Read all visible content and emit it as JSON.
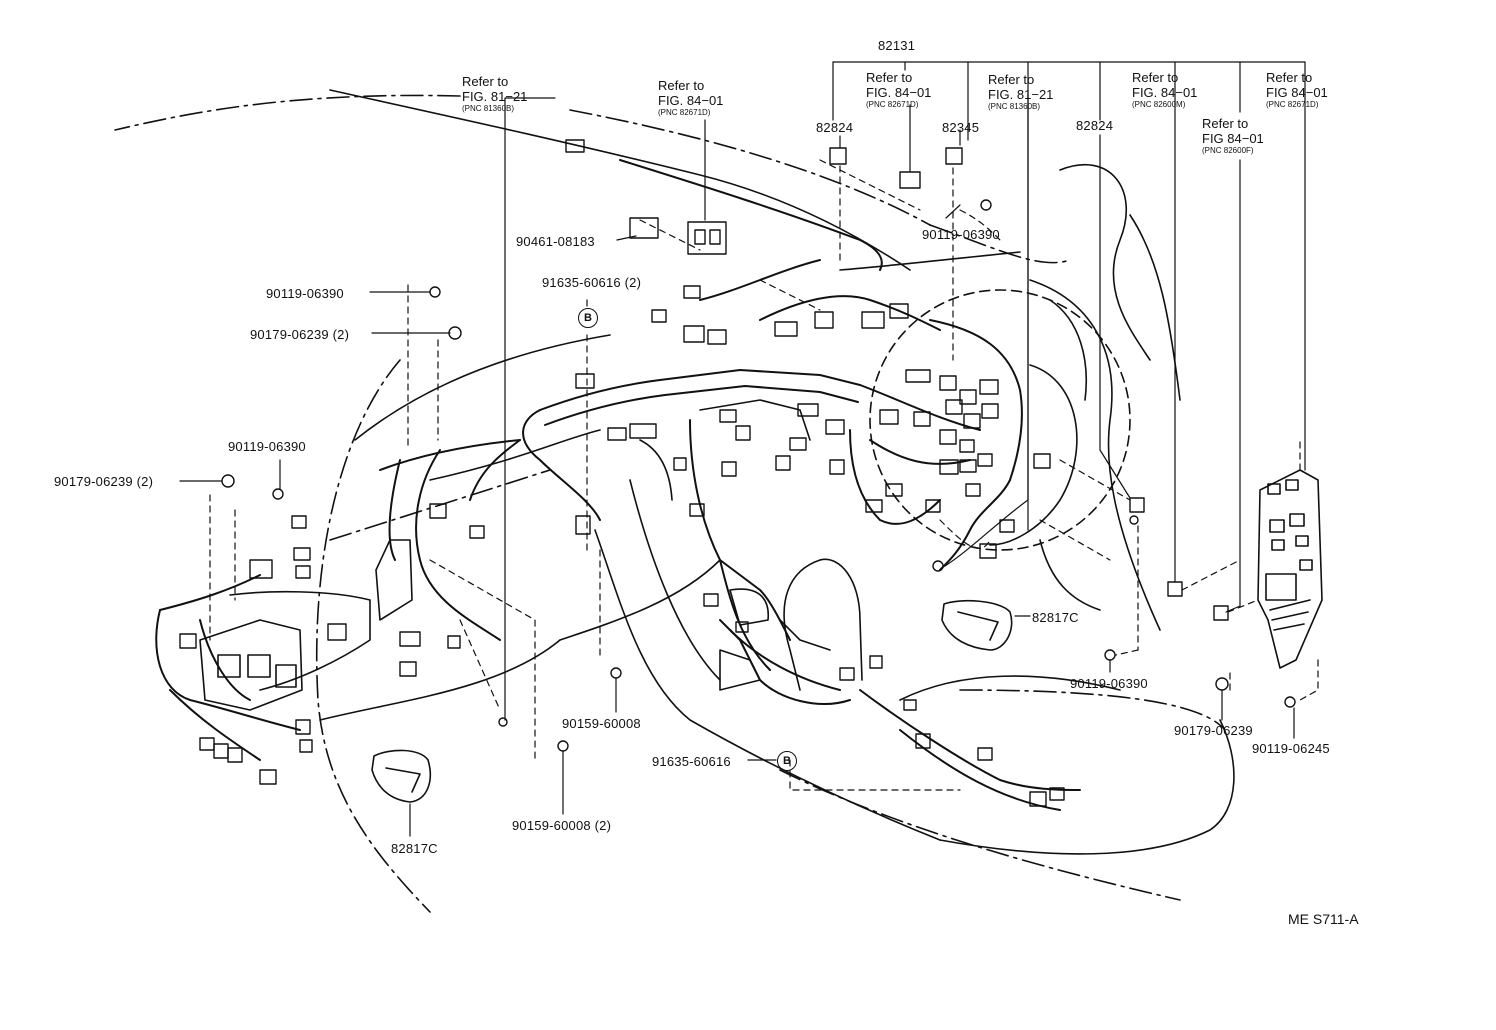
{
  "diagram": {
    "main_part": "82131",
    "drawing_code": "ME S711-A",
    "part_labels": [
      "82824",
      "82345",
      "82824",
      "90461-08183",
      "90119-06390",
      "91635-60616 (2)",
      "90119-06390",
      "90179-06239 (2)",
      "90119-06390",
      "90179-06239 (2)",
      "82817C",
      "90119-06390",
      "90179-06239",
      "90119-06245",
      "90159-60008",
      "91635-60616",
      "90159-60008 (2)",
      "82817C"
    ],
    "callout_symbol": "B",
    "references": [
      {
        "line1": "Refer to",
        "line2": "FIG. 81−21",
        "pnc": "(PNC 81360B)"
      },
      {
        "line1": "Refer to",
        "line2": "FIG. 84−01",
        "pnc": "(PNC 82671D)"
      },
      {
        "line1": "Refer to",
        "line2": "FIG. 84−01",
        "pnc": "(PNC 82671D)"
      },
      {
        "line1": "Refer to",
        "line2": "FIG. 81−21",
        "pnc": "(PNC 81360B)"
      },
      {
        "line1": "Refer to",
        "line2": "FIG. 84−01",
        "pnc": "(PNC 82600M)"
      },
      {
        "line1": "Refer to",
        "line2": "FIG 84−01",
        "pnc": "(PNC 82671D)"
      },
      {
        "line1": "Refer to",
        "line2": "FIG 84−01",
        "pnc": "(PNC 82600F)"
      }
    ]
  }
}
